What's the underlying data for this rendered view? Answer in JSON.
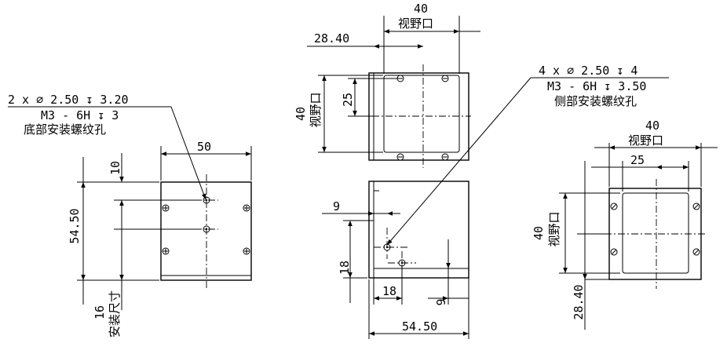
{
  "callouts": {
    "bottom_holes": {
      "line1": "2 x ∅ 2.50 ↧ 3.20",
      "line2": "M3 - 6H ↧ 3",
      "label": "底部安装螺纹孔"
    },
    "side_holes": {
      "line1": "4 x ∅ 2.50 ↧ 4",
      "line2": "M3 - 6H ↧ 3.50",
      "label": "侧部安装螺纹孔"
    }
  },
  "bottom_view": {
    "width": "50",
    "offset": "10",
    "height": "54.50",
    "mount_size": "16",
    "mount_label": "安装尺寸"
  },
  "front_view": {
    "window": "40",
    "window_label": "视野口",
    "offset": "28.40",
    "inner": "25",
    "side": "40",
    "side_label": "视野口"
  },
  "side_view": {
    "left_offset": "9",
    "vertical": "18",
    "horizontal": "18",
    "right_offset": "9",
    "length": "54.50"
  },
  "right_view": {
    "window": "40",
    "window_label": "视野口",
    "inner": "25",
    "side": "40",
    "side_label": "视野口",
    "offset": "28.40"
  }
}
